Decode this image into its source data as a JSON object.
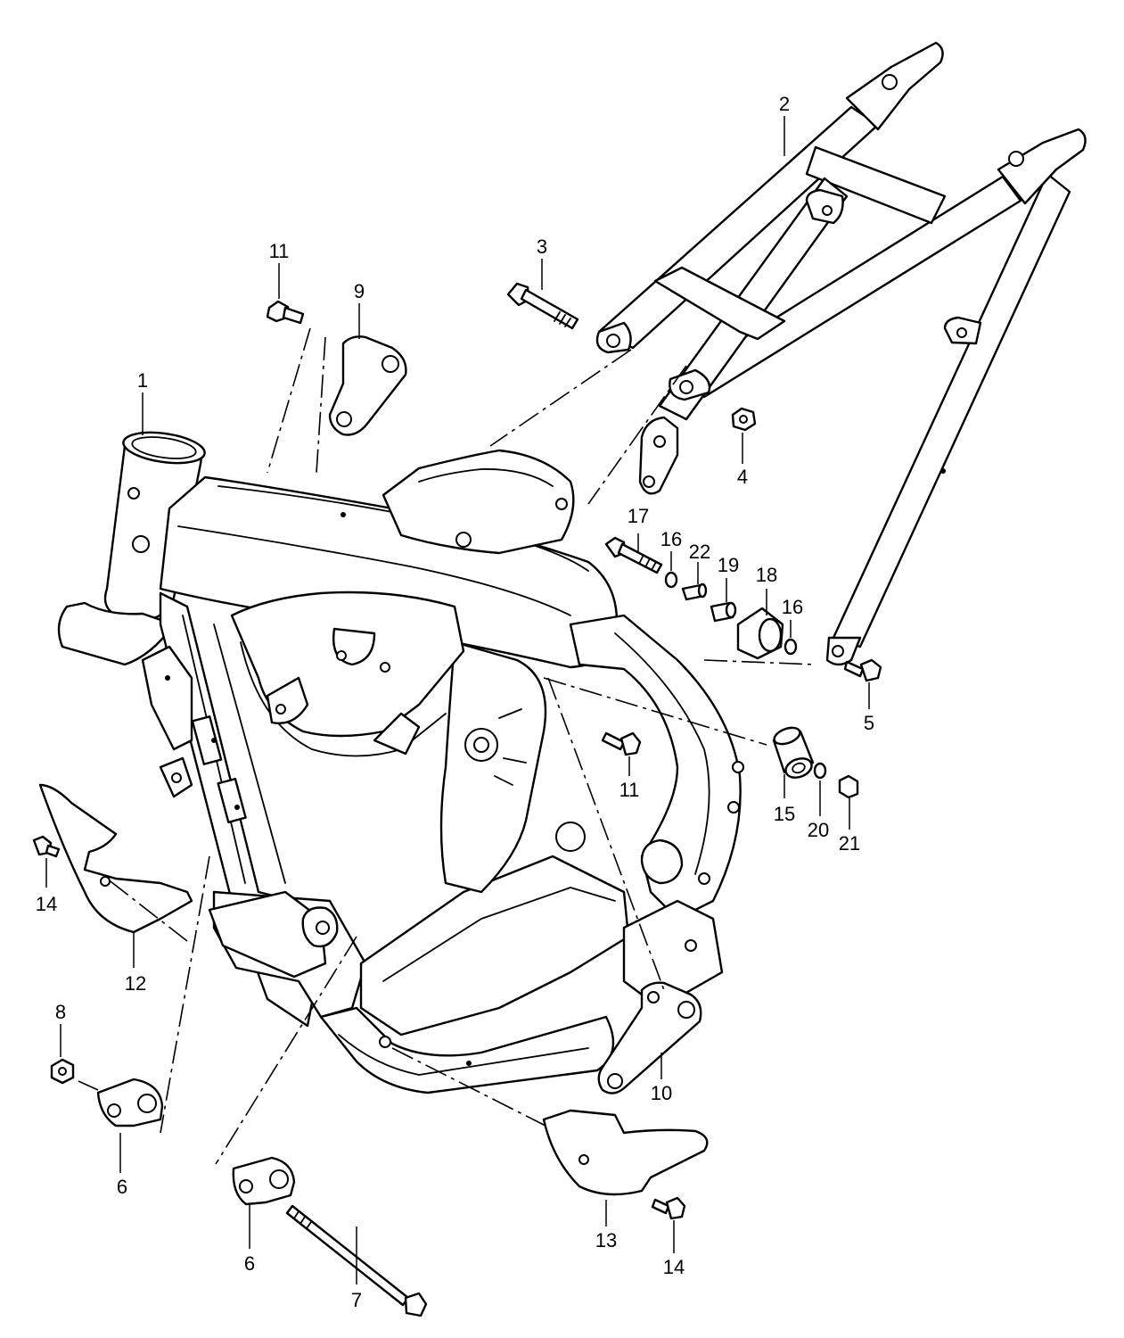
{
  "diagram": {
    "type": "exploded parts diagram",
    "callouts": {
      "c1": "1",
      "c2": "2",
      "c3": "3",
      "c4": "4",
      "c5": "5",
      "c6a": "6",
      "c6b": "6",
      "c7": "7",
      "c8": "8",
      "c9": "9",
      "c10": "10",
      "c11a": "11",
      "c11b": "11",
      "c12": "12",
      "c13": "13",
      "c14a": "14",
      "c14b": "14",
      "c15": "15",
      "c16a": "16",
      "c16b": "16",
      "c17": "17",
      "c18": "18",
      "c19": "19",
      "c20": "20",
      "c21": "21",
      "c22": "22"
    }
  }
}
